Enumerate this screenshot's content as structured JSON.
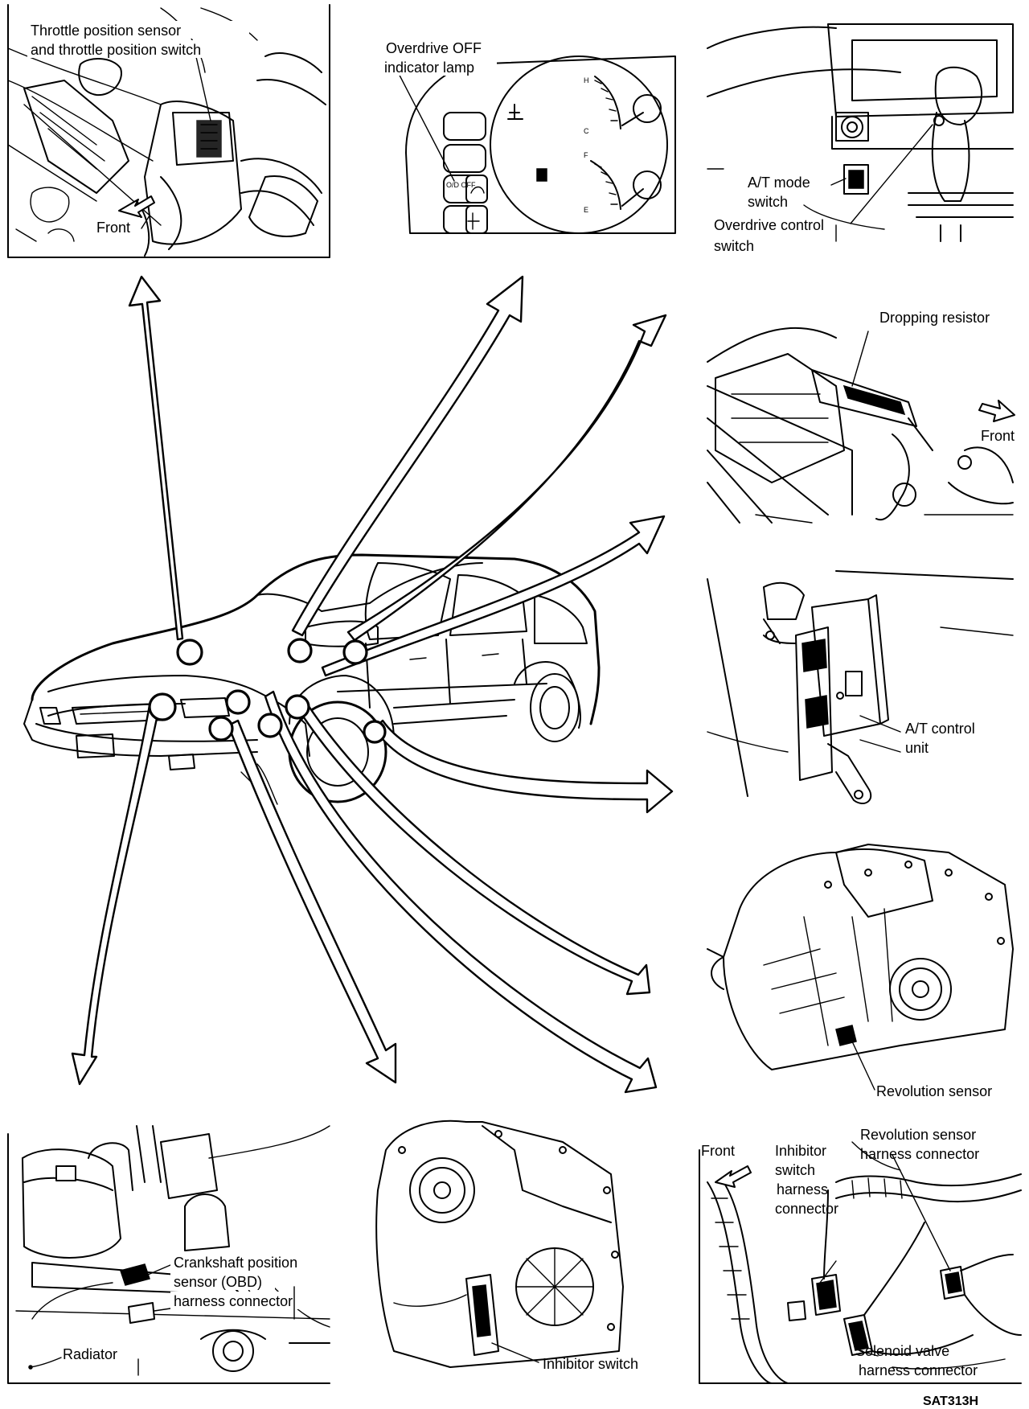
{
  "labels": {
    "throttle_sensor_line1": "Throttle position sensor",
    "throttle_sensor_line2": "and throttle position switch",
    "front_engine": "Front",
    "od_lamp_line1": "Overdrive OFF",
    "od_lamp_line2": "indicator lamp",
    "gauge_h": "H",
    "gauge_c": "C",
    "gauge_f": "F",
    "gauge_e": "E",
    "od_off_small": "O/D OFF",
    "at_mode_line1": "A/T mode",
    "at_mode_line2": "switch",
    "od_switch_line1": "Overdrive control",
    "od_switch_line2": "switch",
    "dropping_resistor": "Dropping resistor",
    "front_resistor": "Front",
    "at_unit_line1": "A/T control",
    "at_unit_line2": "unit",
    "revolution_sensor": "Revolution sensor",
    "crank_line1": "Crankshaft position",
    "crank_line2": "sensor (OBD)",
    "crank_line3": "harness connector",
    "radiator": "Radiator",
    "inhibitor_switch": "Inhibitor switch",
    "front_harness": "Front",
    "inhibitor_conn_line1": "Inhibitor",
    "inhibitor_conn_line2": "switch",
    "inhibitor_conn_line3": "harness",
    "inhibitor_conn_line4": "connector",
    "rev_conn_line1": "Revolution sensor",
    "rev_conn_line2": "harness connector",
    "solenoid_line1": "Solenoid valve",
    "solenoid_line2": "harness connector",
    "figure_code": "SAT313H"
  }
}
